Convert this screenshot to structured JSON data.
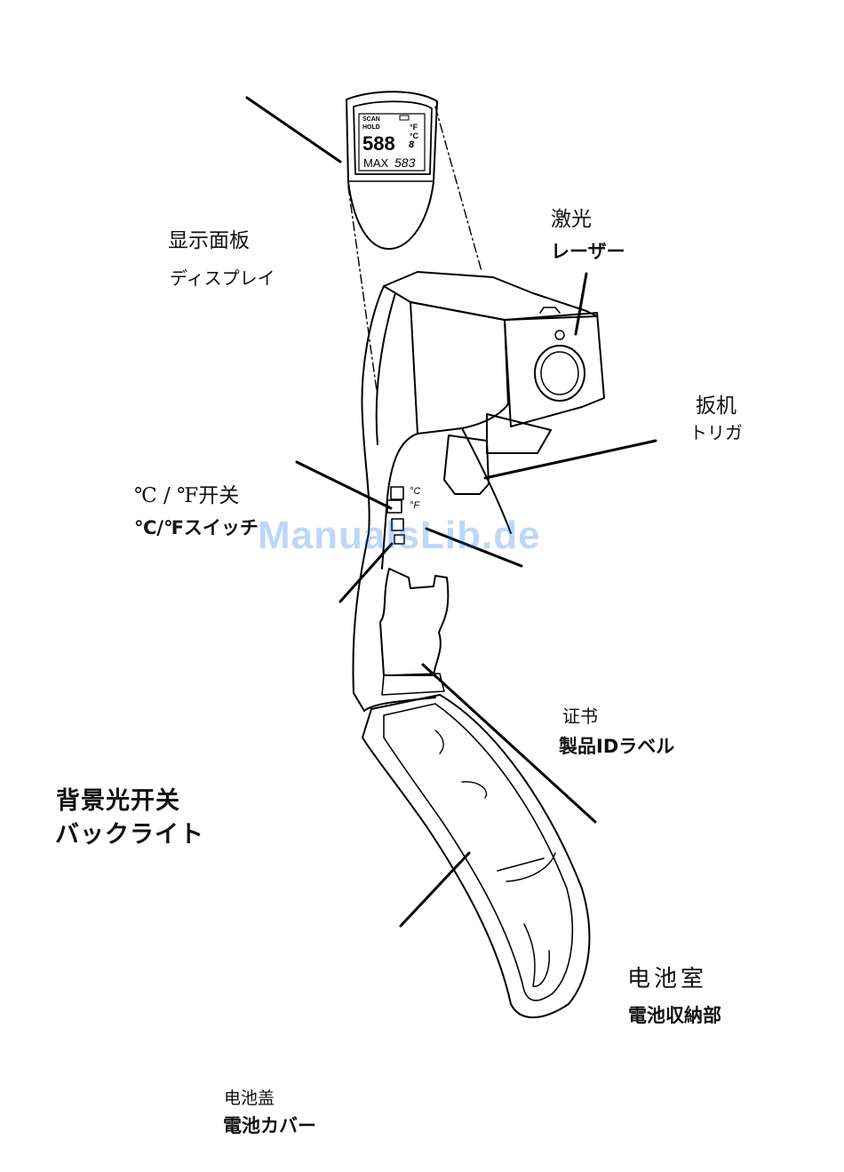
{
  "display_readout": {
    "scan": "SCAN",
    "hold": "HOLD",
    "main_value": "588",
    "main_decimal": "8",
    "unit_f": "°F",
    "unit_c": "°C",
    "max_label": "MAX",
    "max_value": "583"
  },
  "switch_markings": {
    "c": "°C",
    "f": "°F"
  },
  "labels": {
    "display": {
      "cn": "显示面板",
      "jp": "ディスプレイ"
    },
    "laser": {
      "cn": "激光",
      "jp": "レーザー"
    },
    "trigger": {
      "cn": "扳机",
      "jp": "トリガ"
    },
    "cf_switch": {
      "cn": "℃ / ℉开关",
      "jp": "℃/℉スイッチ"
    },
    "id_label": {
      "cn": "证书",
      "jp": "製品IDラベル"
    },
    "backlight": {
      "cn": "背景光开关",
      "jp": "バックライト"
    },
    "battery_compartment": {
      "cn": "电池室",
      "jp": "電池収納部"
    },
    "battery_cover": {
      "cn": "电池盖",
      "jp": "電池カバー"
    }
  },
  "watermark": "ManualsLib.de"
}
